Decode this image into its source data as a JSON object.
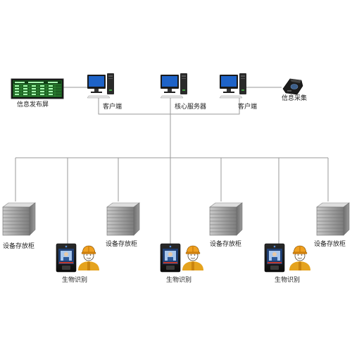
{
  "labels": {
    "display": "信息发布屏",
    "client_left": "客户端",
    "server": "核心服务器",
    "client_right": "客户端",
    "collector": "信息采集",
    "cabinet": "设备存放柜",
    "biometric": "生物识别"
  },
  "colors": {
    "line": "#9a9a9a",
    "monitor_screen": "#1e63c8",
    "display_screen": "#1d5e22",
    "cabinet_body": "#8a8a8a",
    "helmet": "#f0a020",
    "uniform": "#e5a31e"
  },
  "icons": {
    "display": "led-display-icon",
    "computer": "desktop-computer-icon",
    "collector": "fingerprint-scanner-icon",
    "cabinet": "storage-cabinet-icon",
    "terminal": "face-recognition-terminal-icon",
    "worker": "worker-helmet-icon"
  }
}
